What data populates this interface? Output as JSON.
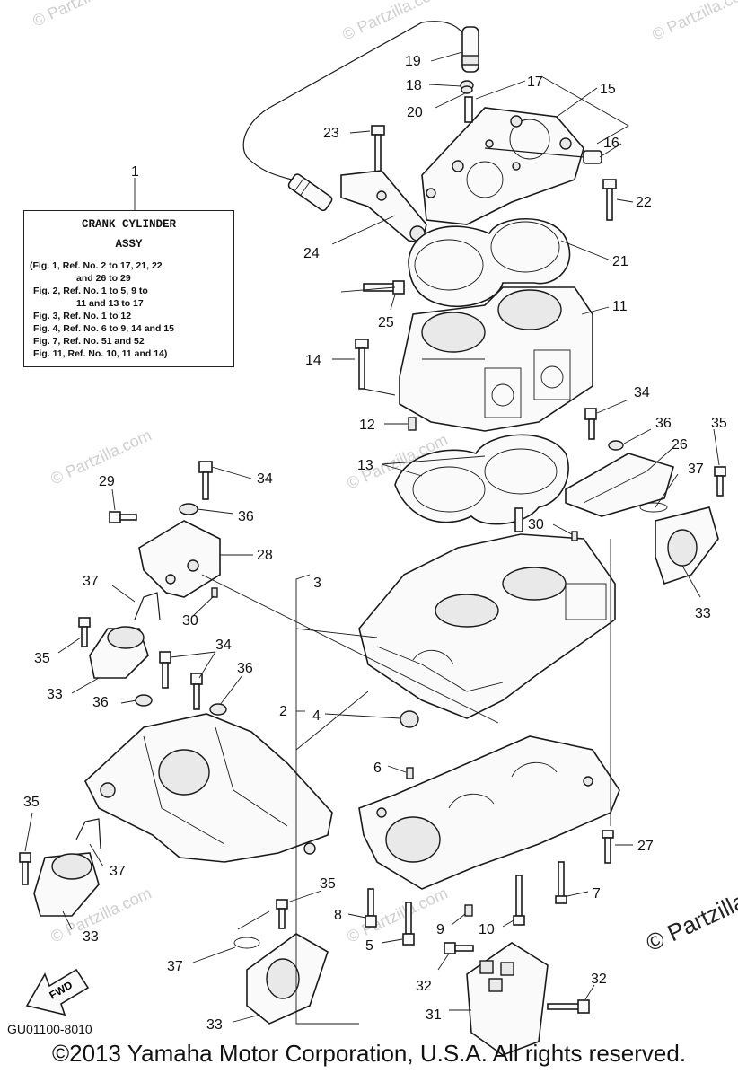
{
  "assembly_box": {
    "title": "CRANK CYLINDER",
    "subtitle": "ASSY",
    "lines": [
      "(Fig. 1, Ref. No. 2 to 17, 21, 22",
      "and 26 to 29",
      "Fig. 2, Ref. No. 1 to 5, 9 to",
      "11 and 13 to 17",
      "Fig. 3, Ref. No. 1 to 12",
      "Fig. 4, Ref. No. 6 to 9, 14 and 15",
      "Fig. 7, Ref. No. 51 and 52",
      "Fig. 11, Ref. No. 10, 11 and 14)"
    ]
  },
  "callouts": {
    "c1": "1",
    "c2": "2",
    "c3": "3",
    "c4": "4",
    "c5": "5",
    "c6": "6",
    "c7": "7",
    "c8": "8",
    "c9": "9",
    "c10": "10",
    "c11": "11",
    "c12": "12",
    "c13": "13",
    "c14": "14",
    "c15": "15",
    "c16": "16",
    "c17": "17",
    "c18": "18",
    "c19": "19",
    "c20": "20",
    "c21": "21",
    "c22": "22",
    "c23": "23",
    "c24": "24",
    "c25": "25",
    "c26": "26",
    "c27": "27",
    "c28": "28",
    "c29": "29",
    "c30a": "30",
    "c30b": "30",
    "c31": "31",
    "c32a": "32",
    "c32b": "32",
    "c33a": "33",
    "c33b": "33",
    "c33c": "33",
    "c33d": "33",
    "c34a": "34",
    "c34b": "34",
    "c34c": "34",
    "c35a": "35",
    "c35b": "35",
    "c35c": "35",
    "c35d": "35",
    "c36a": "36",
    "c36b": "36",
    "c36c": "36",
    "c36d": "36",
    "c37a": "37",
    "c37b": "37",
    "c37c": "37",
    "c37d": "37"
  },
  "fwd_arrow": "FWD",
  "diagram_code": "GU01100-8010",
  "watermark": "© Partzilla.com",
  "watermark_large": "© Partzilla",
  "copyright": "©2013  Yamaha Motor Corporation, U.S.A. All rights reserved."
}
